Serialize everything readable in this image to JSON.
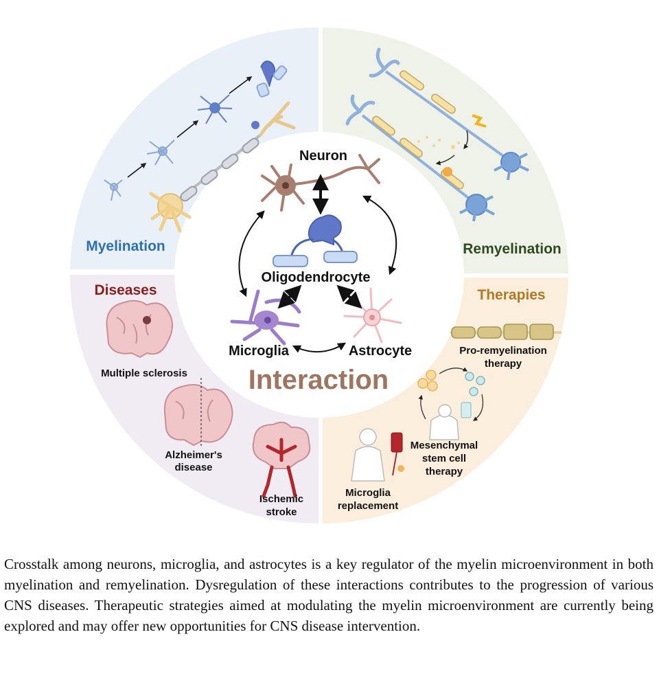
{
  "diagram": {
    "center": {
      "title": "Interaction",
      "cells": {
        "neuron": "Neuron",
        "oligodendrocyte": "Oligodendrocyte",
        "microglia": "Microglia",
        "astrocyte": "Astrocyte"
      }
    },
    "quadrants": {
      "myelination": {
        "label": "Myelination"
      },
      "remyelination": {
        "label": "Remyelination"
      },
      "diseases": {
        "label": "Diseases",
        "items": [
          "Multiple sclerosis",
          "Alzheimer's",
          "disease",
          "Ischemic",
          "stroke"
        ]
      },
      "therapies": {
        "label": "Therapies",
        "items": [
          "Pro-remyelination",
          "therapy",
          "Mesenchymal",
          "stem cell",
          "therapy",
          "Microglia",
          "replacement"
        ]
      }
    },
    "colors": {
      "myelination_bg": "#e9f0f8",
      "remyelination_bg": "#eef2e8",
      "diseases_bg": "#f1ecf3",
      "therapies_bg": "#fbeedd",
      "myelination_text": "#2f6fb3",
      "remyelination_text": "#2e4a1e",
      "diseases_text": "#8f1d1d",
      "therapies_text": "#b07a25",
      "interaction_text": "#a07560"
    }
  },
  "caption": "Crosstalk among neurons, microglia, and astrocytes is a key regulator of the myelin microenvironment in both myelination and remyelination. Dysregulation of these interactions contributes to the progression of various CNS diseases. Therapeutic strategies aimed at modulating the myelin microenvironment are currently being explored and may offer new opportunities for CNS disease intervention."
}
